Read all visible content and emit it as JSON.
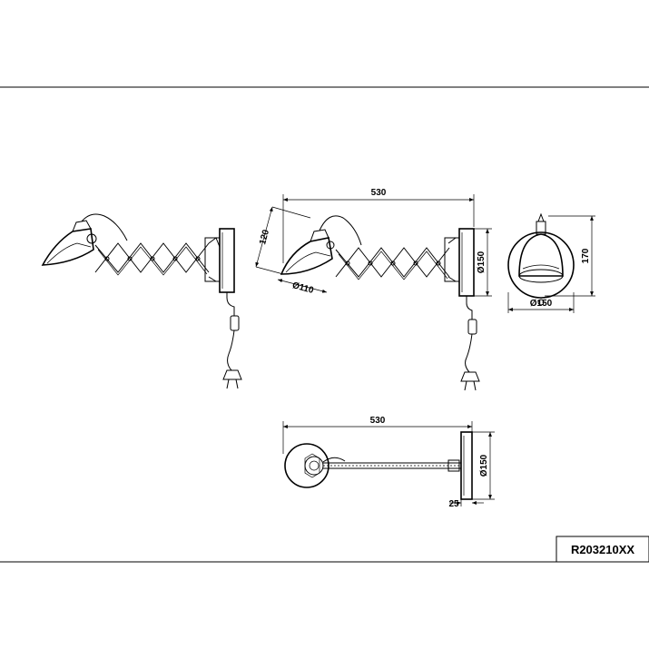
{
  "product_code": "R203210XX",
  "dimensions": {
    "side_width": "530",
    "shade_height": "120",
    "shade_diameter": "Ø110",
    "side_backplate": "Ø150",
    "front_height": "170",
    "front_diameter": "Ø150",
    "top_width": "530",
    "top_backplate": "Ø150",
    "top_depth": "25"
  }
}
